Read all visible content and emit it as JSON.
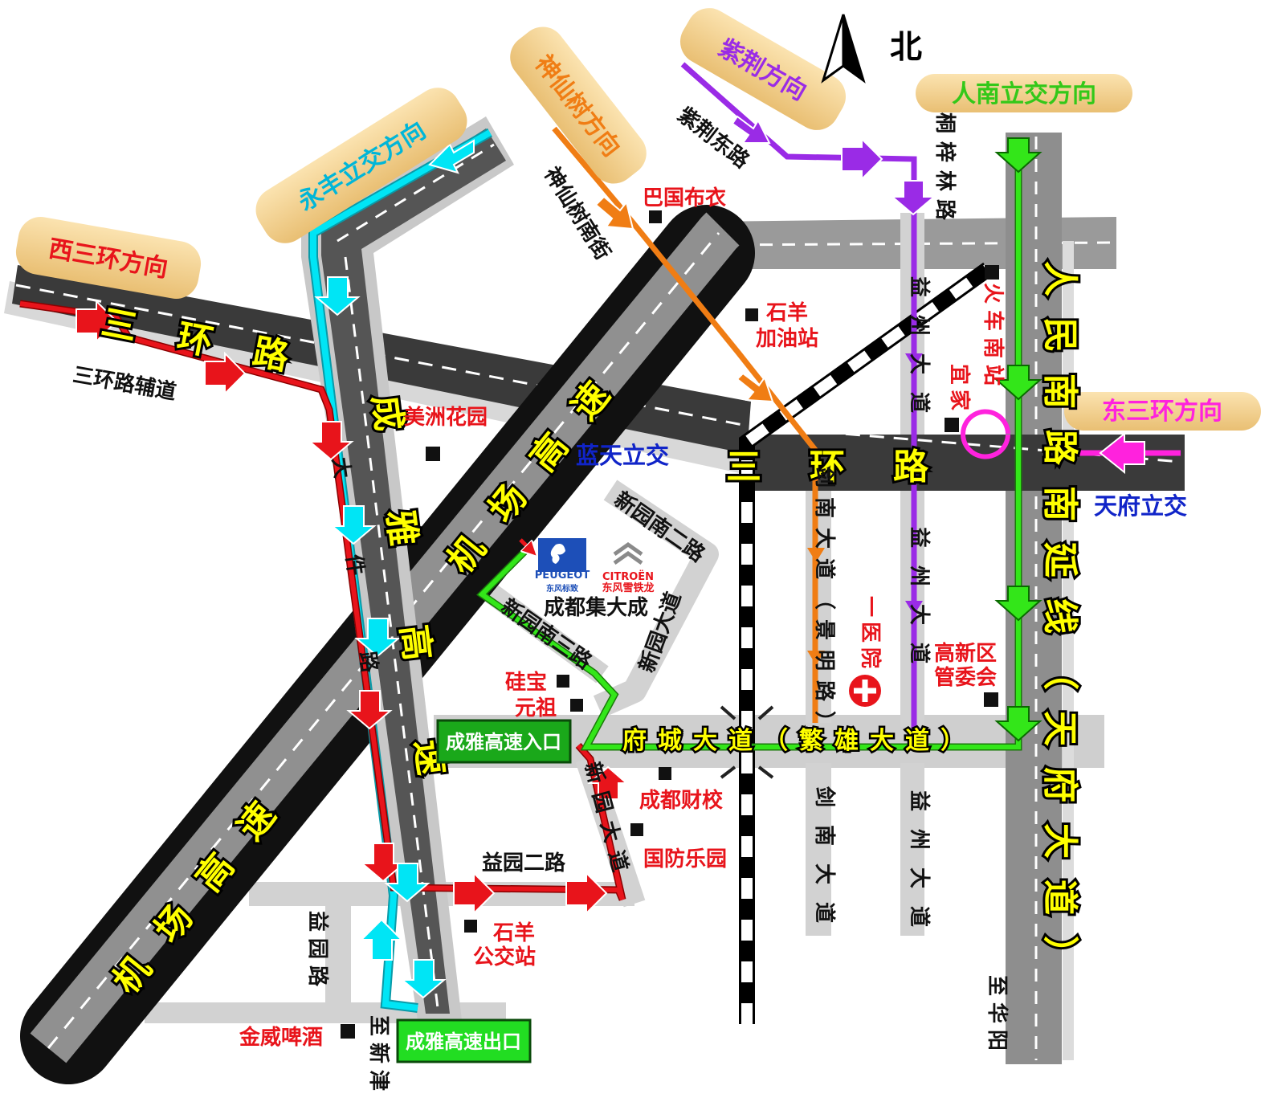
{
  "compass": {
    "north_label": "北"
  },
  "directions": {
    "west_3rd_ring": "西三环方向",
    "yongfeng": "永丰立交方向",
    "shenxianshu": "神仙树方向",
    "zijing": "紫荆方向",
    "rennan": "人南立交方向",
    "east_3rd_ring": "东三环方向"
  },
  "roads": {
    "third_ring_west": "三环路",
    "third_ring_east": "三环路",
    "third_ring_aux": "三环路辅道",
    "airport_expressway": "机场高速",
    "chengya_expressway": "成雅高速",
    "dajian_road": "大件路",
    "renmin_south_ext": "人民南路南延线（天府大道）",
    "fucheng_avenue": "府城大道（繁雄大道）",
    "jiannan_upper": "剑南大道（景明路）",
    "jiannan_lower": "剑南大道",
    "yizhou_upper": "益州大道",
    "yizhou_mid": "益州大道",
    "yizhou_lower": "益州大道",
    "zijing_east": "紫荆东路",
    "tongzilin": "桐梓林路",
    "shenxianshu_south": "神仙树南街",
    "xinyuan_south_2": "新园南二路",
    "xinyuan_south_3": "新园南三路",
    "xinyuan_avenue_upper": "新园大道",
    "xinyuan_avenue_lower": "新园大道",
    "yiyuan_2nd": "益园二路",
    "yiyuan": "益园路"
  },
  "interchanges": {
    "lantian": "蓝天立交",
    "tianfu": "天府立交"
  },
  "landmarks": {
    "baguobuyi": "巴国布衣",
    "shiyang_gas_1": "石羊",
    "shiyang_gas_2": "加油站",
    "train_station": "火车南站",
    "yijia": "宜家",
    "meizhou_garden": "美洲花园",
    "chengdu_jidacheng": "成都集大成",
    "guibao_1": "硅宝",
    "guibao_2": "元祖",
    "hospital": "一医院",
    "gaoxin_1": "高新区",
    "gaoxin_2": "管委会",
    "chengdu_caixiao": "成都财校",
    "guofang_leyuan": "国防乐园",
    "shiyang_bus_1": "石羊",
    "shiyang_bus_2": "公交站",
    "jinwei_beer": "金威啤酒"
  },
  "boxes": {
    "entrance": "成雅高速入口",
    "exit": "成雅高速出口"
  },
  "to_labels": {
    "to_xinjin": "至新津",
    "to_huayang": "至华阳"
  },
  "brands": {
    "peugeot": "PEUGEOT",
    "peugeot_cn": "东风标致",
    "citroen": "CITROËN",
    "citroen_cn": "东风雪铁龙"
  },
  "colors": {
    "west_route": "#e8141b",
    "yongfeng_route": "#00e5f5",
    "shenxianshu_route": "#f07d14",
    "zijing_route": "#9a2be6",
    "rennan_route": "#33e619",
    "east_route": "#ff22dd",
    "road_dark": "#3a3a3a",
    "road_gray": "#8e8e8e",
    "highway_black": "#111111"
  }
}
